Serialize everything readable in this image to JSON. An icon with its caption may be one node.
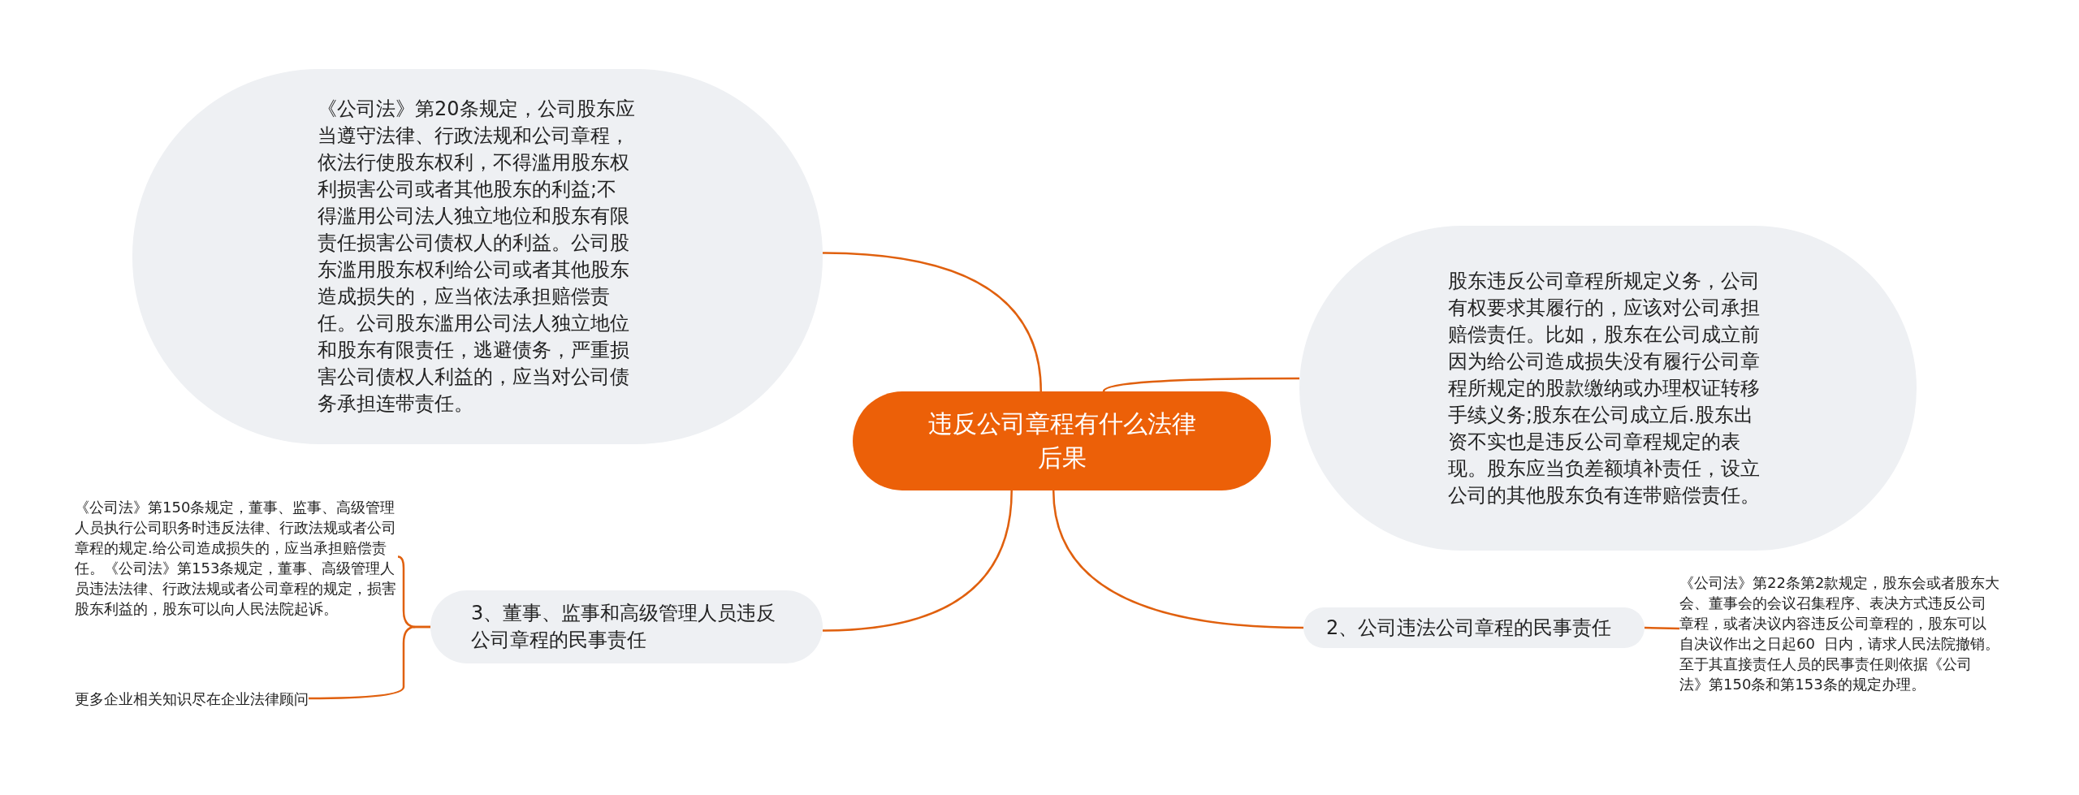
{
  "diagram": {
    "nodes": [
      {
        "text": [
          "违反公司章程有什么法律后果"
        ]
      },
      {
        "text": [
          "《公司法》第20条规定，公司股东应当遵守法律、行政法规和公司章程，依法行使股东权利，不得滥用股东权利损害公司或者其他股东的利益;不得滥用公司法人独立地位和股东有限责任损害公司债权人的利益。公司股东滥用股东权利给公司或者其他股东造成损失的，应当依法承担赔偿责任。公司股东滥用公司法人独立地位和股东有限责任，逃避债务，严重损害公司债权人利益的，应当对公司债务承担连带责任。"
        ]
      },
      {
        "text": [
          "股东违反公司章程所规定义务，公司有权要求其履行的，应该对公司承担赔偿责任。比如，股东在公司成立前因为给公司造成损失没有履行公司章程所规定的股款缴纳或办理权证转移手续义务;股东在公司成立后.股东出资不实也是违反公司章程规定的表现。股东应当负差额填补责任，设立公司的其他股东负有连带赔偿责任。"
        ]
      },
      {
        "text": [
          "3、董事、监事和高级管理人员违反公司章程的民事责任"
        ]
      },
      {
        "text": [
          "《公司法》第150条规定，董事、监事、高级管理人员执行公司职务时违反法律、行政法规或者公司章程的规定.给公司造成损失的，应当承担赔偿责任。《公司法》第153条规定，董事、高级管理人员违法法律、行政法规或者公司章程的规定，损害股东利益的，股东可以向人民法院起诉。"
        ]
      },
      {
        "text": [
          "更多企业相关知识尽在企业法律顾问"
        ]
      },
      {
        "text": [
          "2、公司违法公司章程的民事责任"
        ]
      },
      {
        "text": [
          "《公司法》第22条第2款规定，股东会或者股东大会、董事会的会议召集程序、表决方式违反公司章程，或者决议内容违反公司章程的，股东可以自决议作出之日起60  日内，请求人民法院撤销。至于其直接责任人员的民事责任则依据《公司法》第150条和第153条的规定办理。"
        ]
      }
    ],
    "edges": [
      {
        "from": 0,
        "to": 1,
        "arrow": "none"
      },
      {
        "from": 0,
        "to": 2,
        "arrow": "none"
      },
      {
        "from": 0,
        "to": 3,
        "arrow": "none"
      },
      {
        "from": 0,
        "to": 6,
        "arrow": "none"
      },
      {
        "from": 3,
        "to": 4,
        "arrow": "none"
      },
      {
        "from": 3,
        "to": 5,
        "arrow": "none"
      },
      {
        "from": 6,
        "to": 7,
        "arrow": "none"
      }
    ]
  }
}
